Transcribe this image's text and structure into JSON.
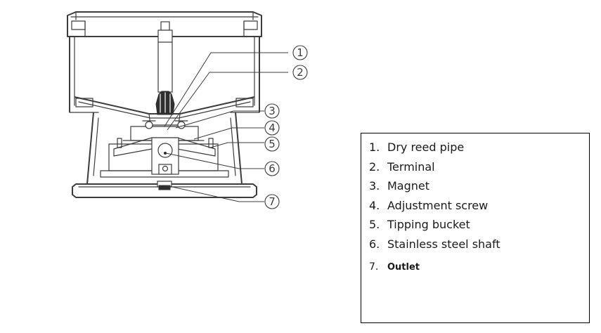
{
  "legend": {
    "items": [
      {
        "number": "1.",
        "label": "Dry reed pipe"
      },
      {
        "number": "2.",
        "label": "Terminal"
      },
      {
        "number": "3.",
        "label": "Magnet"
      },
      {
        "number": "4.",
        "label": "Adjustment screw"
      },
      {
        "number": "5.",
        "label": "Tipping bucket"
      },
      {
        "number": "6.",
        "label": "Stainless steel shaft"
      },
      {
        "number": "7.",
        "label": "Outlet"
      }
    ]
  },
  "callouts": [
    "1",
    "2",
    "3",
    "4",
    "5",
    "6",
    "7"
  ]
}
